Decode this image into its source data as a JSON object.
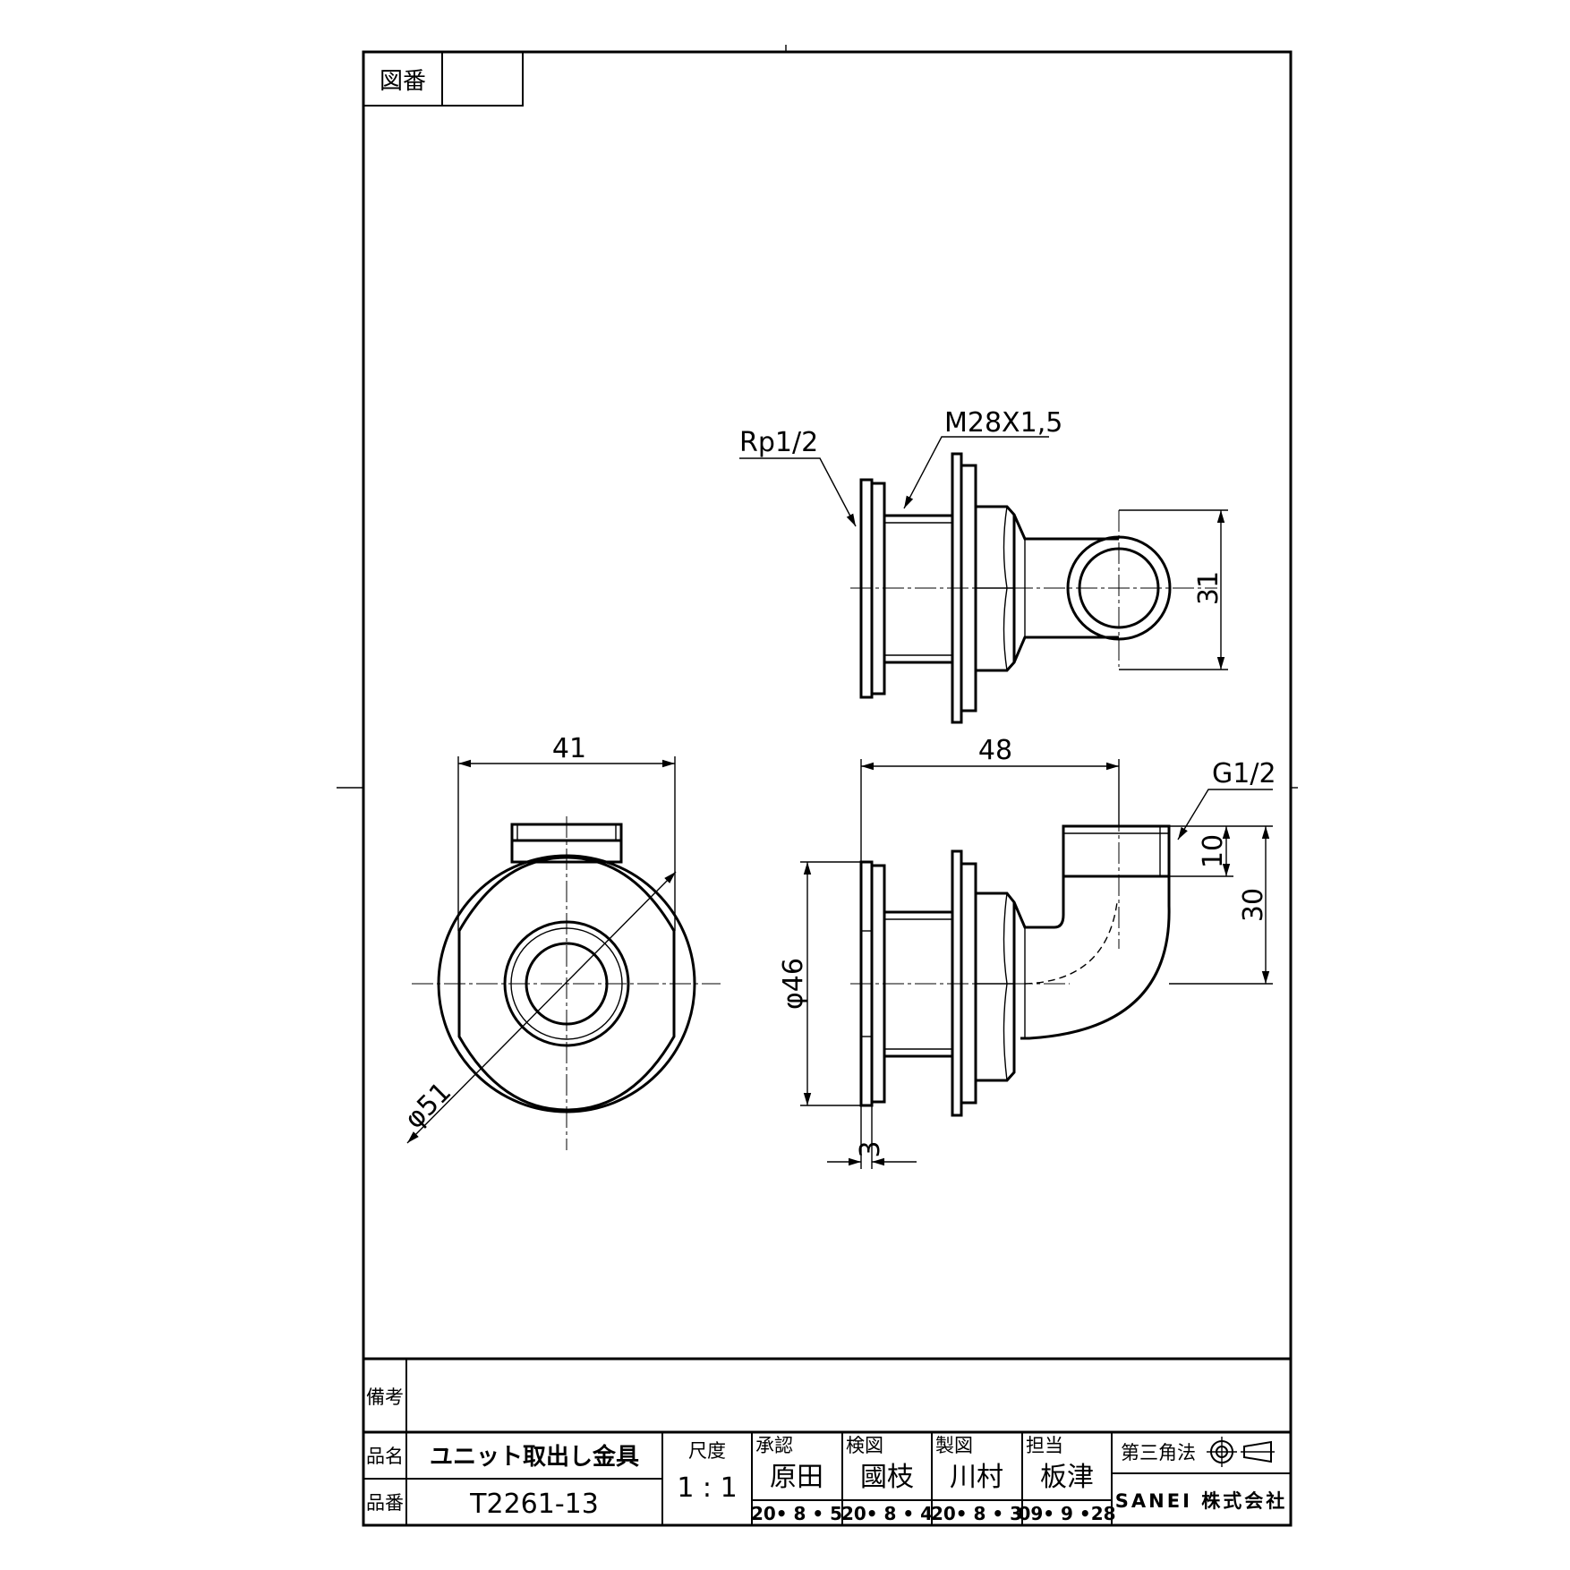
{
  "drawing": {
    "dimensions": {
      "d41": "41",
      "d48": "48",
      "d31": "31",
      "d10": "10",
      "d30": "30",
      "d46": "φ46",
      "d51": "φ51",
      "d3": "3"
    },
    "callouts": {
      "rp": "Rp1/2",
      "m28": "M28X1,5",
      "g": "G1/2"
    }
  },
  "title_block": {
    "drawing_no_label": "図番",
    "drawing_no_value": "",
    "remarks_label": "備考",
    "name_label": "品名",
    "name_value": "ユニット取出し金具",
    "part_label": "品番",
    "part_value": "T2261-13",
    "scale_label": "尺度",
    "scale_value": "1 : 1",
    "approval": {
      "label": "承認",
      "name": "原田",
      "date": "20• 8 • 5"
    },
    "check": {
      "label": "検図",
      "name": "國枝",
      "date": "20• 8 • 4"
    },
    "drawn": {
      "label": "製図",
      "name": "川村",
      "date": "20• 8 • 3"
    },
    "charge": {
      "label": "担当",
      "name": "板津",
      "date": "09• 9 •28"
    },
    "projection_label": "第三角法",
    "company": "SANEI 株式会社"
  }
}
